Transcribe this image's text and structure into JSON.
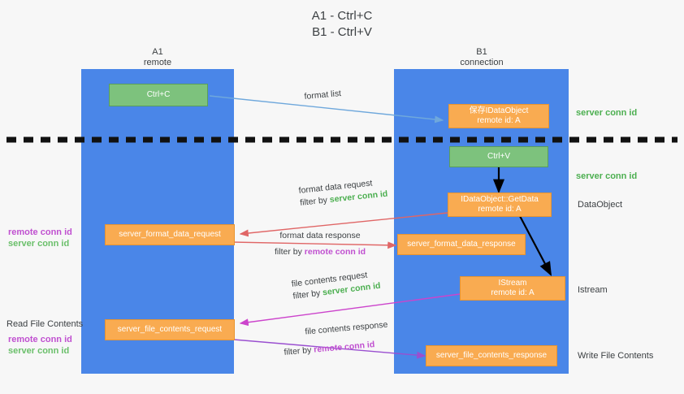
{
  "title": {
    "line1": "A1 - Ctrl+C",
    "line2": "B1 - Ctrl+V"
  },
  "columns": [
    {
      "name": "A1",
      "role": "remote"
    },
    {
      "name": "B1",
      "role": "connection"
    }
  ],
  "nodes": {
    "ctrl_c": {
      "label": "Ctrl+C",
      "color": "green"
    },
    "save_idataobject": {
      "line1": "保存IDataObject",
      "line2": "remote id: A",
      "color": "orange"
    },
    "ctrl_v": {
      "label": "Ctrl+V",
      "color": "green"
    },
    "getdata": {
      "line1": "IDataObject::GetData",
      "line2": "remote id: A",
      "color": "orange"
    },
    "istream": {
      "line1": "IStream",
      "line2": "remote id: A",
      "color": "orange"
    },
    "format_data_request": {
      "label": "server_format_data_request",
      "color": "orange"
    },
    "format_data_response": {
      "label": "server_format_data_response",
      "color": "orange"
    },
    "file_contents_request": {
      "label": "server_file_contents_request",
      "color": "orange"
    },
    "file_contents_response": {
      "label": "server_file_contents_response",
      "color": "orange"
    }
  },
  "annotations": {
    "format_list": "format list",
    "format_data_request": {
      "line1": "format data request",
      "prefix": "filter by ",
      "highlight": "server conn id"
    },
    "format_data_response": {
      "line1": "format data response",
      "prefix": "filter by ",
      "highlight": "remote conn id"
    },
    "file_contents_request": {
      "line1": "file contents request",
      "prefix": "filter by ",
      "highlight": "server conn id"
    },
    "file_contents_response": {
      "line1": "file contents response",
      "prefix": "filter by ",
      "highlight": "remote conn id"
    }
  },
  "side_labels": {
    "right_server_conn_top": "server conn id",
    "right_server_conn_mid": "server conn id",
    "right_dataobject": "DataObject",
    "right_istream": "Istream",
    "right_write_file": "Write File Contents",
    "left_read_file": "Read File Contents",
    "left_remote_conn_1": "remote conn id",
    "left_server_conn_1": "server conn id",
    "left_remote_conn_2": "remote conn id",
    "left_server_conn_2": "server conn id"
  },
  "colors": {
    "lane": "#4a86e8",
    "green_node": "#7dc27d",
    "orange_node": "#f9ab51",
    "server_conn": "#4caf50",
    "remote_conn": "#c050d0",
    "divider": "#111111",
    "arrow_blue": "#6fa8dc",
    "arrow_red": "#e06666",
    "arrow_magenta": "#cc44cc",
    "arrow_purple": "#9a4fd0",
    "arrow_black": "#000000"
  }
}
